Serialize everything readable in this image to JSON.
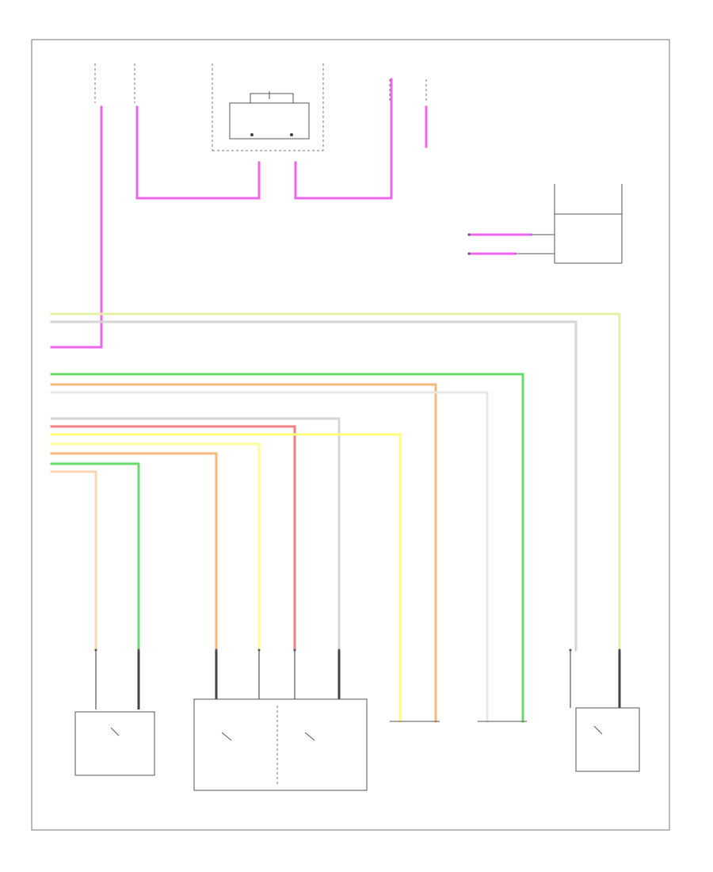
{
  "diagram": {
    "title": "",
    "page_number_label": "",
    "page_label": "",
    "colors": {
      "pink": "#ee66ee",
      "light_green": "#e4f0a8",
      "light_gray": "#d6d6d6",
      "green": "#66dd66",
      "orange": "#f5b97a",
      "red": "#f28080",
      "yellow": "#ffff77",
      "pale_orange": "#f8d6b6",
      "gray_wire": "#bbbbbb"
    },
    "components": [
      {
        "id": "driver-belt-switch-top",
        "label": ""
      },
      {
        "id": "airbag-module",
        "label": ""
      },
      {
        "id": "passenger-belt-switch-top",
        "label": ""
      },
      {
        "id": "resistor-module",
        "label": ""
      },
      {
        "id": "passenger-seat-switch",
        "label": ""
      },
      {
        "id": "seat-position-sensors",
        "label": ""
      },
      {
        "id": "left-pretensioner",
        "label": ""
      },
      {
        "id": "right-pretensioner",
        "label": ""
      },
      {
        "id": "front-belt-switch",
        "label": ""
      }
    ]
  }
}
